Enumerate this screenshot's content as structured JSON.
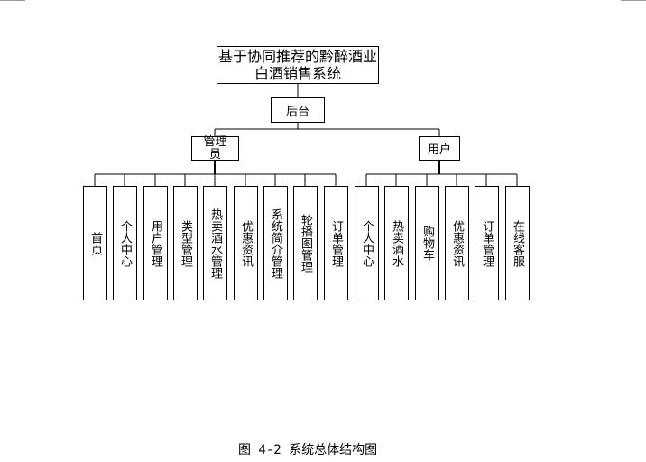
{
  "title": "基于协同推荐的黔醉酒业白酒销售系统",
  "backend": "后台",
  "roles": {
    "admin": {
      "label": "管理员",
      "modules": [
        "首页",
        "个人中心",
        "用户管理",
        "类型管理",
        "热卖酒水管理",
        "优惠资讯",
        "系统简介管理",
        "轮播图管理",
        "订单管理"
      ]
    },
    "user": {
      "label": "用户",
      "modules": [
        "个人中心",
        "热卖酒水",
        "购物车",
        "优惠资讯",
        "订单管理",
        "在线客服"
      ]
    }
  },
  "caption": "图 4-2 系统总体结构图"
}
